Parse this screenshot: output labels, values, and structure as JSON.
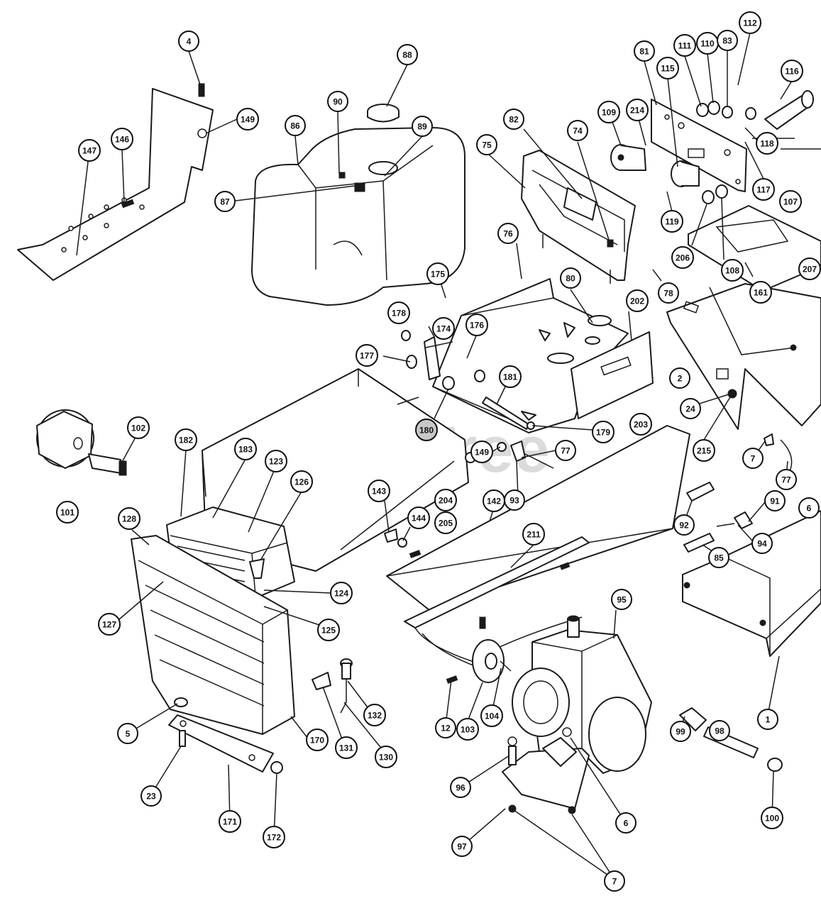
{
  "watermark": "PartsTree",
  "colors": {
    "line": "#1a1a1a",
    "callout_fill": "#ffffff",
    "callout_shaded": "#c8c8c8",
    "watermark": "#9a9a9a"
  },
  "callouts": [
    {
      "label": "4"
    },
    {
      "label": "149"
    },
    {
      "label": "146"
    },
    {
      "label": "147"
    },
    {
      "label": "88"
    },
    {
      "label": "90"
    },
    {
      "label": "89"
    },
    {
      "label": "86"
    },
    {
      "label": "87"
    },
    {
      "label": "81"
    },
    {
      "label": "111"
    },
    {
      "label": "110"
    },
    {
      "label": "83"
    },
    {
      "label": "112"
    },
    {
      "label": "115"
    },
    {
      "label": "116"
    },
    {
      "label": "109"
    },
    {
      "label": "214"
    },
    {
      "label": "82"
    },
    {
      "label": "74"
    },
    {
      "label": "75"
    },
    {
      "label": "118"
    },
    {
      "label": "117"
    },
    {
      "label": "119"
    },
    {
      "label": "206"
    },
    {
      "label": "108"
    },
    {
      "label": "107"
    },
    {
      "label": "76"
    },
    {
      "label": "78"
    },
    {
      "label": "161"
    },
    {
      "label": "207"
    },
    {
      "label": "175"
    },
    {
      "label": "80"
    },
    {
      "label": "202"
    },
    {
      "label": "178"
    },
    {
      "label": "174"
    },
    {
      "label": "176"
    },
    {
      "label": "2"
    },
    {
      "label": "177"
    },
    {
      "label": "181"
    },
    {
      "label": "24"
    },
    {
      "label": "180",
      "shaded": true
    },
    {
      "label": "179"
    },
    {
      "label": "203"
    },
    {
      "label": "215"
    },
    {
      "label": "101"
    },
    {
      "label": "102"
    },
    {
      "label": "182"
    },
    {
      "label": "183"
    },
    {
      "label": "123"
    },
    {
      "label": "126"
    },
    {
      "label": "149"
    },
    {
      "label": "77"
    },
    {
      "label": "7"
    },
    {
      "label": "77"
    },
    {
      "label": "143"
    },
    {
      "label": "144"
    },
    {
      "label": "142"
    },
    {
      "label": "204"
    },
    {
      "label": "205"
    },
    {
      "label": "93"
    },
    {
      "label": "128"
    },
    {
      "label": "92"
    },
    {
      "label": "91"
    },
    {
      "label": "6"
    },
    {
      "label": "211"
    },
    {
      "label": "94"
    },
    {
      "label": "85"
    },
    {
      "label": "124"
    },
    {
      "label": "127"
    },
    {
      "label": "125"
    },
    {
      "label": "95"
    },
    {
      "label": "1"
    },
    {
      "label": "12"
    },
    {
      "label": "103"
    },
    {
      "label": "104"
    },
    {
      "label": "132"
    },
    {
      "label": "5"
    },
    {
      "label": "170"
    },
    {
      "label": "131"
    },
    {
      "label": "130"
    },
    {
      "label": "99"
    },
    {
      "label": "98"
    },
    {
      "label": "96"
    },
    {
      "label": "6"
    },
    {
      "label": "23"
    },
    {
      "label": "171"
    },
    {
      "label": "172"
    },
    {
      "label": "100"
    },
    {
      "label": "97"
    },
    {
      "label": "7"
    }
  ]
}
